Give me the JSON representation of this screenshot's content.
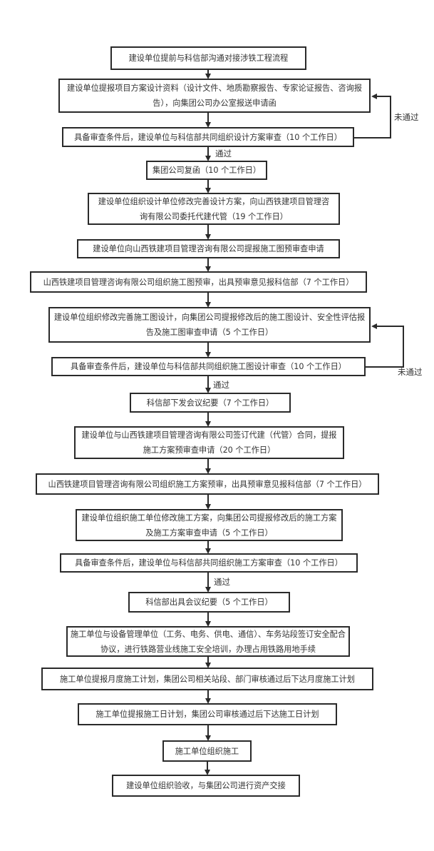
{
  "flowchart": {
    "steps": [
      {
        "text": "建设单位提前与科信部沟通对接涉铁工程流程"
      },
      {
        "text": "建设单位提报项目方案设计资料（设计文件、地质勘察报告、专家论证报告、咨询报告），向集团公司办公室报送申请函"
      },
      {
        "text": "具备审查条件后，建设单位与科信部共同组织设计方案审查（10 个工作日）"
      },
      {
        "text": "集团公司复函（10 个工作日）"
      },
      {
        "text": "建设单位组织设计单位修改完善设计方案，向山西铁建项目管理咨询有限公司委托代建代管（19 个工作日）"
      },
      {
        "text": "建设单位向山西铁建项目管理咨询有限公司提报施工图预审查申请"
      },
      {
        "text": "山西铁建项目管理咨询有限公司组织施工图预审，出具预审意见报科信部（7 个工作日）"
      },
      {
        "text": "建设单位组织修改完善施工图设计，向集团公司提报修改后的施工图设计、安全性评估报告及施工图审查申请（5 个工作日）"
      },
      {
        "text": "具备审查条件后，建设单位与科信部共同组织施工图设计审查（10 个工作日）"
      },
      {
        "text": "科信部下发会议纪要（7 个工作日）"
      },
      {
        "text": "建设单位与山西铁建项目管理咨询有限公司签订代建（代管）合同，提报施工方案预审查申请（20 个工作日）"
      },
      {
        "text": "山西铁建项目管理咨询有限公司组织施工方案预审，出具预审意见报科信部（7 个工作日）"
      },
      {
        "text": "建设单位组织施工单位修改施工方案，向集团公司提报修改后的施工方案及施工方案审查申请（5 个工作日）"
      },
      {
        "text": "具备审查条件后，建设单位与科信部共同组织施工方案审查（10 个工作日）"
      },
      {
        "text": "科信部出具会议纪要（5 个工作日）"
      },
      {
        "text": "施工单位与设备管理单位（工务、电务、供电、通信）、车务站段签订安全配合协议，进行铁路营业线施工安全培训，办理占用铁路用地手续"
      },
      {
        "text": "施工单位提报月度施工计划，集团公司相关站段、部门审核通过后下达月度施工计划"
      },
      {
        "text": "施工单位提报施工日计划，集团公司审核通过后下达施工日计划"
      },
      {
        "text": "施工单位组织施工"
      },
      {
        "text": "建设单位组织验收，与集团公司进行资产交接"
      }
    ],
    "labels": {
      "pass_1": "通过",
      "fail_1": "未通过",
      "pass_2": "通过",
      "fail_2": "未通过",
      "pass_3": "通过"
    }
  }
}
